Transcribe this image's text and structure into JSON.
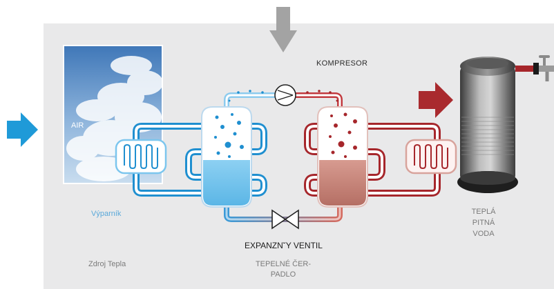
{
  "diagram": {
    "compressor_label": "KOMPRESOR",
    "air_label": "AIR",
    "evaporator_label": "Výparník",
    "valve_label": "EXPANZN˘Y VENTIL",
    "source_label": "Zdroj Tepla",
    "heat_pump_label": "TEPELNÉ ČER-PADLO",
    "water_label": "TEPLÁ PITNÁ VODA"
  },
  "colors": {
    "panel": "#e9e9ea",
    "cold_blue": "#1f8fd0",
    "light_blue": "#7cc6ee",
    "warm_red": "#a6262b",
    "light_red": "#c98a7e",
    "arrow_grey": "#a0a0a0"
  },
  "icons": [
    "arrow-down-icon",
    "arrow-right-icon",
    "compressor-icon",
    "valve-icon",
    "coil-icon",
    "tap-icon"
  ]
}
